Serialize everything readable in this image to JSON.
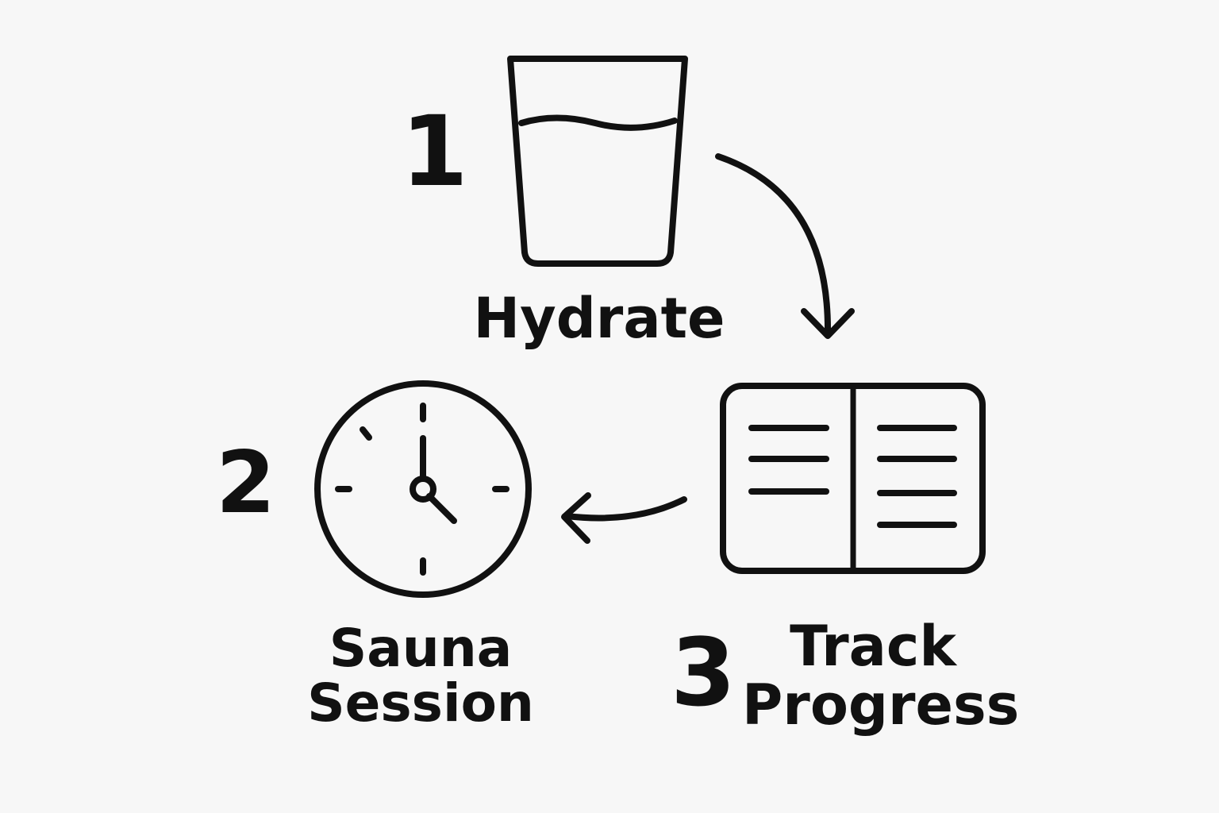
{
  "steps": [
    {
      "number": "1",
      "label_lines": [
        "Hydrate"
      ],
      "icon": "water-glass-icon"
    },
    {
      "number": "2",
      "label_lines": [
        "Sauna",
        "Session"
      ],
      "icon": "clock-icon"
    },
    {
      "number": "3",
      "label_lines": [
        "Track",
        "Progress"
      ],
      "icon": "open-book-icon"
    }
  ],
  "colors": {
    "ink": "#111111",
    "background": "#f7f7f7"
  }
}
